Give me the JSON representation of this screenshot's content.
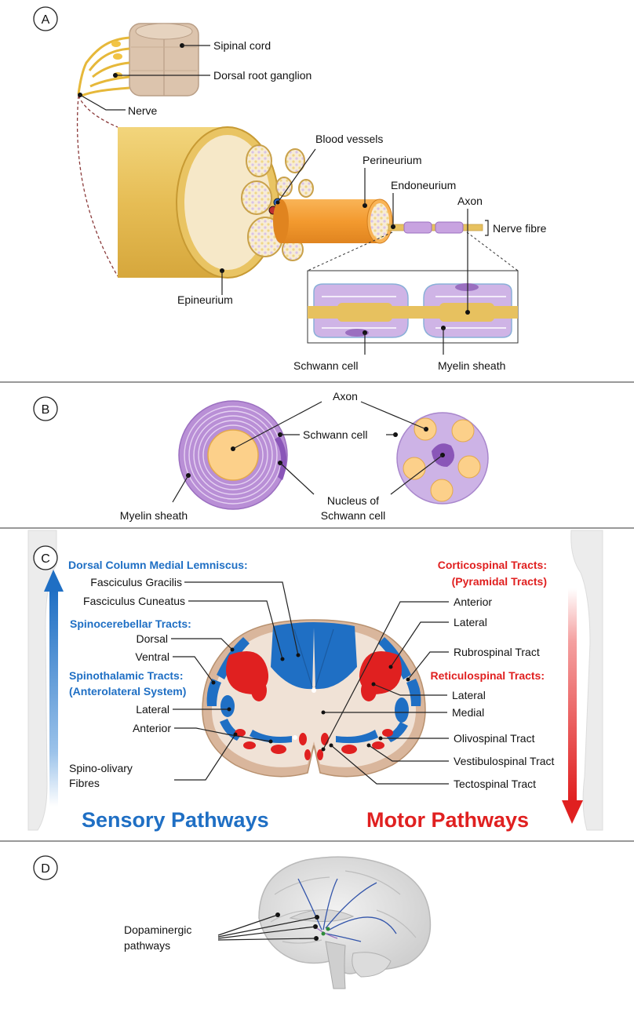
{
  "panels": {
    "a": {
      "letter": "A",
      "labels": {
        "spinal_cord": "Sipinal cord",
        "drg": "Dorsal root ganglion",
        "nerve": "Nerve",
        "blood_vessels": "Blood vessels",
        "perineurium": "Perineurium",
        "endoneurium": "Endoneurium",
        "axon": "Axon",
        "nerve_fibre": "Nerve fibre",
        "epineurium": "Epineurium",
        "schwann_cell": "Schwann cell",
        "myelin_sheath": "Myelin sheath"
      }
    },
    "b": {
      "letter": "B",
      "labels": {
        "axon": "Axon",
        "schwann_cell": "Schwann cell",
        "nucleus_line1": "Nucleus of",
        "nucleus_line2": "Schwann cell",
        "myelin_sheath": "Myelin sheath"
      }
    },
    "c": {
      "letter": "C",
      "left": {
        "dcml_heading": "Dorsal Column Medial Lemniscus:",
        "gracilis": "Fasciculus Gracilis",
        "cuneatus": "Fasciculus Cuneatus",
        "spinocerebellar_heading": "Spinocerebellar Tracts:",
        "dorsal": "Dorsal",
        "ventral": "Ventral",
        "spinothalamic_heading_1": "Spinothalamic Tracts:",
        "spinothalamic_heading_2": "(Anterolateral System)",
        "lateral": "Lateral",
        "anterior": "Anterior",
        "spino_olivary_1": "Spino-olivary",
        "spino_olivary_2": "Fibres",
        "footer": "Sensory Pathways"
      },
      "right": {
        "corticospinal_heading_1": "Corticospinal Tracts:",
        "corticospinal_heading_2": "(Pyramidal Tracts)",
        "anterior": "Anterior",
        "lateral": "Lateral",
        "rubrospinal": "Rubrospinal Tract",
        "reticulospinal_heading": "Reticulospinal Tracts:",
        "ret_lateral": "Lateral",
        "ret_medial": "Medial",
        "olivospinal": "Olivospinal Tract",
        "vestibulospinal": "Vestibulospinal Tract",
        "tectospinal": "Tectospinal Tract",
        "footer": "Motor Pathways"
      }
    },
    "d": {
      "letter": "D",
      "label_line1": "Dopaminergic",
      "label_line2": "pathways"
    }
  },
  "colors": {
    "sensory_blue": "#1f6fc4",
    "motor_red": "#e02020",
    "myelin_purple": "#b98fd6",
    "axon_yellow": "#e6c46a",
    "nerve_tan": "#e7c15f",
    "perineurium_orange": "#f4a341",
    "cord_tan": "#dcc4ad"
  }
}
